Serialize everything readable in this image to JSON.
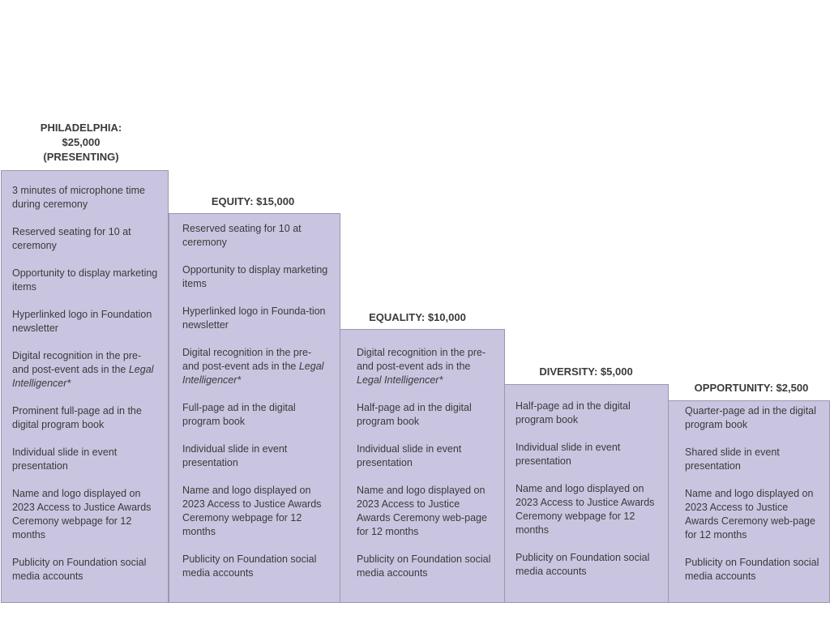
{
  "tiers": [
    {
      "title_lines": [
        "PHILADELPHIA:",
        "$25,000",
        "(PRESENTING)"
      ],
      "benefits": [
        "3 minutes of microphone time during ceremony",
        "Reserved seating for 10 at ceremony",
        "Opportunity to display marketing items",
        "Hyperlinked logo in Foundation newsletter",
        {
          "before": "Digital recognition in the pre- and post-event ads in the ",
          "italic": "Legal Intelligencer*"
        },
        "Prominent full-page ad in the digital program book",
        "Individual slide in event presentation",
        "Name and logo displayed on 2023 Access to Justice Awards Ceremony webpage for 12 months",
        "Publicity on Foundation social media accounts"
      ]
    },
    {
      "title_lines": [
        "EQUITY: $15,000"
      ],
      "benefits": [
        "Reserved seating for 10 at ceremony",
        "Opportunity to display marketing items",
        "Hyperlinked logo in Founda-tion newsletter",
        {
          "before": "Digital recognition in the pre- and post-event ads in the ",
          "italic": "Legal Intelligencer*"
        },
        "Full-page ad in the digital program book",
        "Individual slide in event presentation",
        "Name and logo displayed on 2023 Access to Justice Awards Ceremony webpage for 12 months",
        "Publicity on Foundation social media accounts"
      ]
    },
    {
      "title_lines": [
        "EQUALITY: $10,000"
      ],
      "benefits": [
        {
          "before": "Digital recognition in the pre- and post-event ads in the ",
          "italic": "Legal Intelligencer*"
        },
        "Half-page ad in the digital program book",
        "Individual slide in event presentation",
        "Name and logo displayed on 2023 Access to Justice Awards Ceremony web-page for 12 months",
        "Publicity on Foundation social media accounts"
      ]
    },
    {
      "title_lines": [
        "DIVERSITY: $5,000"
      ],
      "benefits": [
        "Half-page ad in the digital program book",
        "Individual slide in event presentation",
        "Name and logo displayed on 2023 Access to Justice Awards Ceremony webpage for 12 months",
        "Publicity on Foundation social media accounts"
      ]
    },
    {
      "title_lines": [
        "OPPORTUNITY: $2,500"
      ],
      "benefits": [
        "Quarter-page ad in the digital program book",
        "Shared slide in event presentation",
        "Name and logo displayed on 2023 Access to Justice Awards Ceremony web-page for 12 months",
        "Publicity on Foundation social media accounts"
      ]
    }
  ],
  "colors": {
    "box_fill": "#c9c5e0",
    "box_border": "#9a97ad",
    "text": "#3a3a3a"
  }
}
